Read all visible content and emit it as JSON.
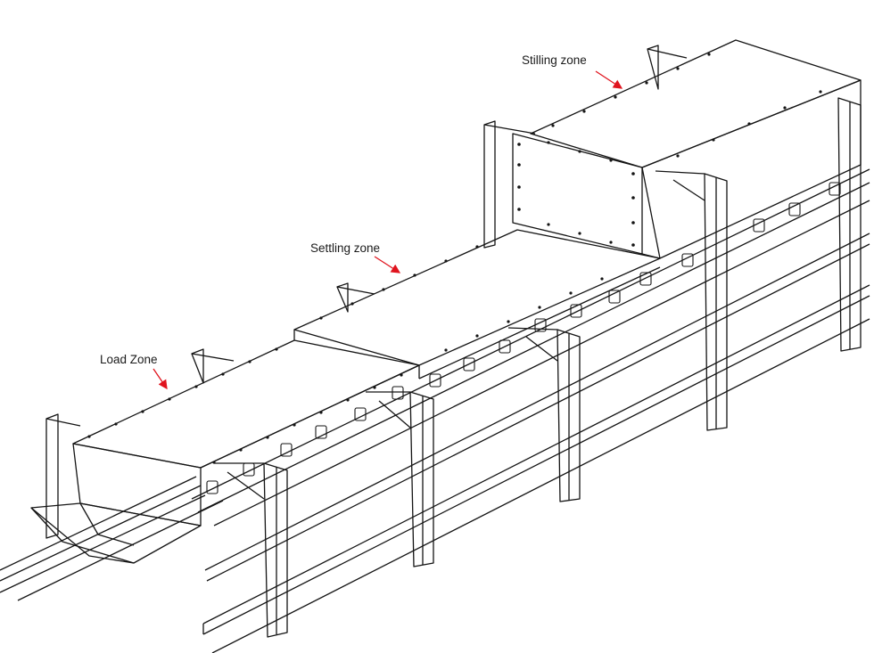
{
  "labels": {
    "stilling_zone": "Stilling zone",
    "settling_zone": "Settling zone",
    "load_zone": "Load Zone"
  },
  "colors": {
    "line": "#141414",
    "arrow": "#e0141e",
    "background": "#ffffff"
  }
}
